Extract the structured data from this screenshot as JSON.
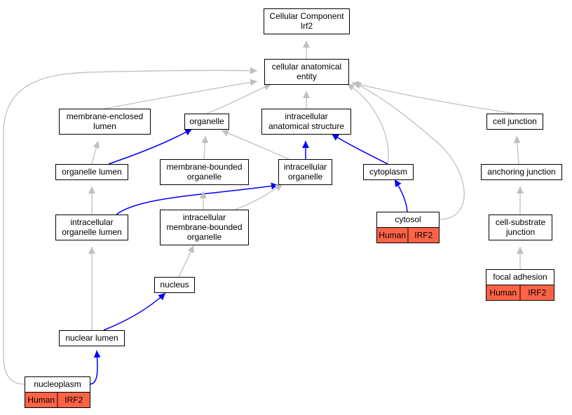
{
  "colors": {
    "edge_is_a": "#c0c0c0",
    "edge_part_of": "#0000ff",
    "annotation_fill": "#ff6347",
    "node_fill": "#ffffff",
    "node_border": "#000000"
  },
  "nodes": {
    "root": {
      "lines": [
        "Cellular Component",
        "Irf2"
      ]
    },
    "cae": {
      "lines": [
        "cellular anatomical",
        "entity"
      ]
    },
    "mel": {
      "lines": [
        "membrane-enclosed",
        "lumen"
      ]
    },
    "org": {
      "lines": [
        "organelle"
      ]
    },
    "ias": {
      "lines": [
        "intracellular",
        "anatomical structure"
      ]
    },
    "cj": {
      "lines": [
        "cell junction"
      ]
    },
    "ol": {
      "lines": [
        "organelle lumen"
      ]
    },
    "mbo": {
      "lines": [
        "membrane-bounded",
        "organelle"
      ]
    },
    "io": {
      "lines": [
        "intracellular",
        "organelle"
      ]
    },
    "cyto": {
      "lines": [
        "cytoplasm"
      ]
    },
    "aj": {
      "lines": [
        "anchoring junction"
      ]
    },
    "iol": {
      "lines": [
        "intracellular",
        "organelle lumen"
      ]
    },
    "imbo": {
      "lines": [
        "intracellular",
        "membrane-bounded",
        "organelle"
      ]
    },
    "cytosol": {
      "lines": [
        "cytosol"
      ],
      "tags": [
        "Human",
        "IRF2"
      ]
    },
    "csj": {
      "lines": [
        "cell-substrate",
        "junction"
      ]
    },
    "nucleus": {
      "lines": [
        "nucleus"
      ]
    },
    "fa": {
      "lines": [
        "focal adhesion"
      ],
      "tags": [
        "Human",
        "IRF2"
      ]
    },
    "nl": {
      "lines": [
        "nuclear lumen"
      ]
    },
    "np": {
      "lines": [
        "nucleoplasm"
      ],
      "tags": [
        "Human",
        "IRF2"
      ]
    }
  },
  "edges": [
    {
      "from": "cae",
      "to": "root",
      "kind": "is_a"
    },
    {
      "from": "mel",
      "to": "cae",
      "kind": "is_a"
    },
    {
      "from": "org",
      "to": "cae",
      "kind": "is_a"
    },
    {
      "from": "ias",
      "to": "cae",
      "kind": "is_a"
    },
    {
      "from": "cj",
      "to": "cae",
      "kind": "is_a"
    },
    {
      "from": "cyto",
      "to": "cae",
      "kind": "is_a"
    },
    {
      "from": "cytosol",
      "to": "cae",
      "kind": "is_a"
    },
    {
      "from": "np",
      "to": "cae",
      "kind": "is_a"
    },
    {
      "from": "ol",
      "to": "mel",
      "kind": "is_a"
    },
    {
      "from": "ol",
      "to": "org",
      "kind": "part_of"
    },
    {
      "from": "mbo",
      "to": "org",
      "kind": "is_a"
    },
    {
      "from": "io",
      "to": "org",
      "kind": "is_a"
    },
    {
      "from": "io",
      "to": "ias",
      "kind": "part_of"
    },
    {
      "from": "cyto",
      "to": "ias",
      "kind": "part_of"
    },
    {
      "from": "aj",
      "to": "cj",
      "kind": "is_a"
    },
    {
      "from": "iol",
      "to": "ol",
      "kind": "is_a"
    },
    {
      "from": "iol",
      "to": "io",
      "kind": "part_of"
    },
    {
      "from": "imbo",
      "to": "mbo",
      "kind": "is_a"
    },
    {
      "from": "imbo",
      "to": "io",
      "kind": "is_a"
    },
    {
      "from": "cytosol",
      "to": "cyto",
      "kind": "part_of"
    },
    {
      "from": "csj",
      "to": "aj",
      "kind": "is_a"
    },
    {
      "from": "nucleus",
      "to": "imbo",
      "kind": "is_a"
    },
    {
      "from": "fa",
      "to": "csj",
      "kind": "is_a"
    },
    {
      "from": "nl",
      "to": "iol",
      "kind": "is_a"
    },
    {
      "from": "nl",
      "to": "nucleus",
      "kind": "part_of"
    },
    {
      "from": "np",
      "to": "nl",
      "kind": "part_of"
    }
  ]
}
